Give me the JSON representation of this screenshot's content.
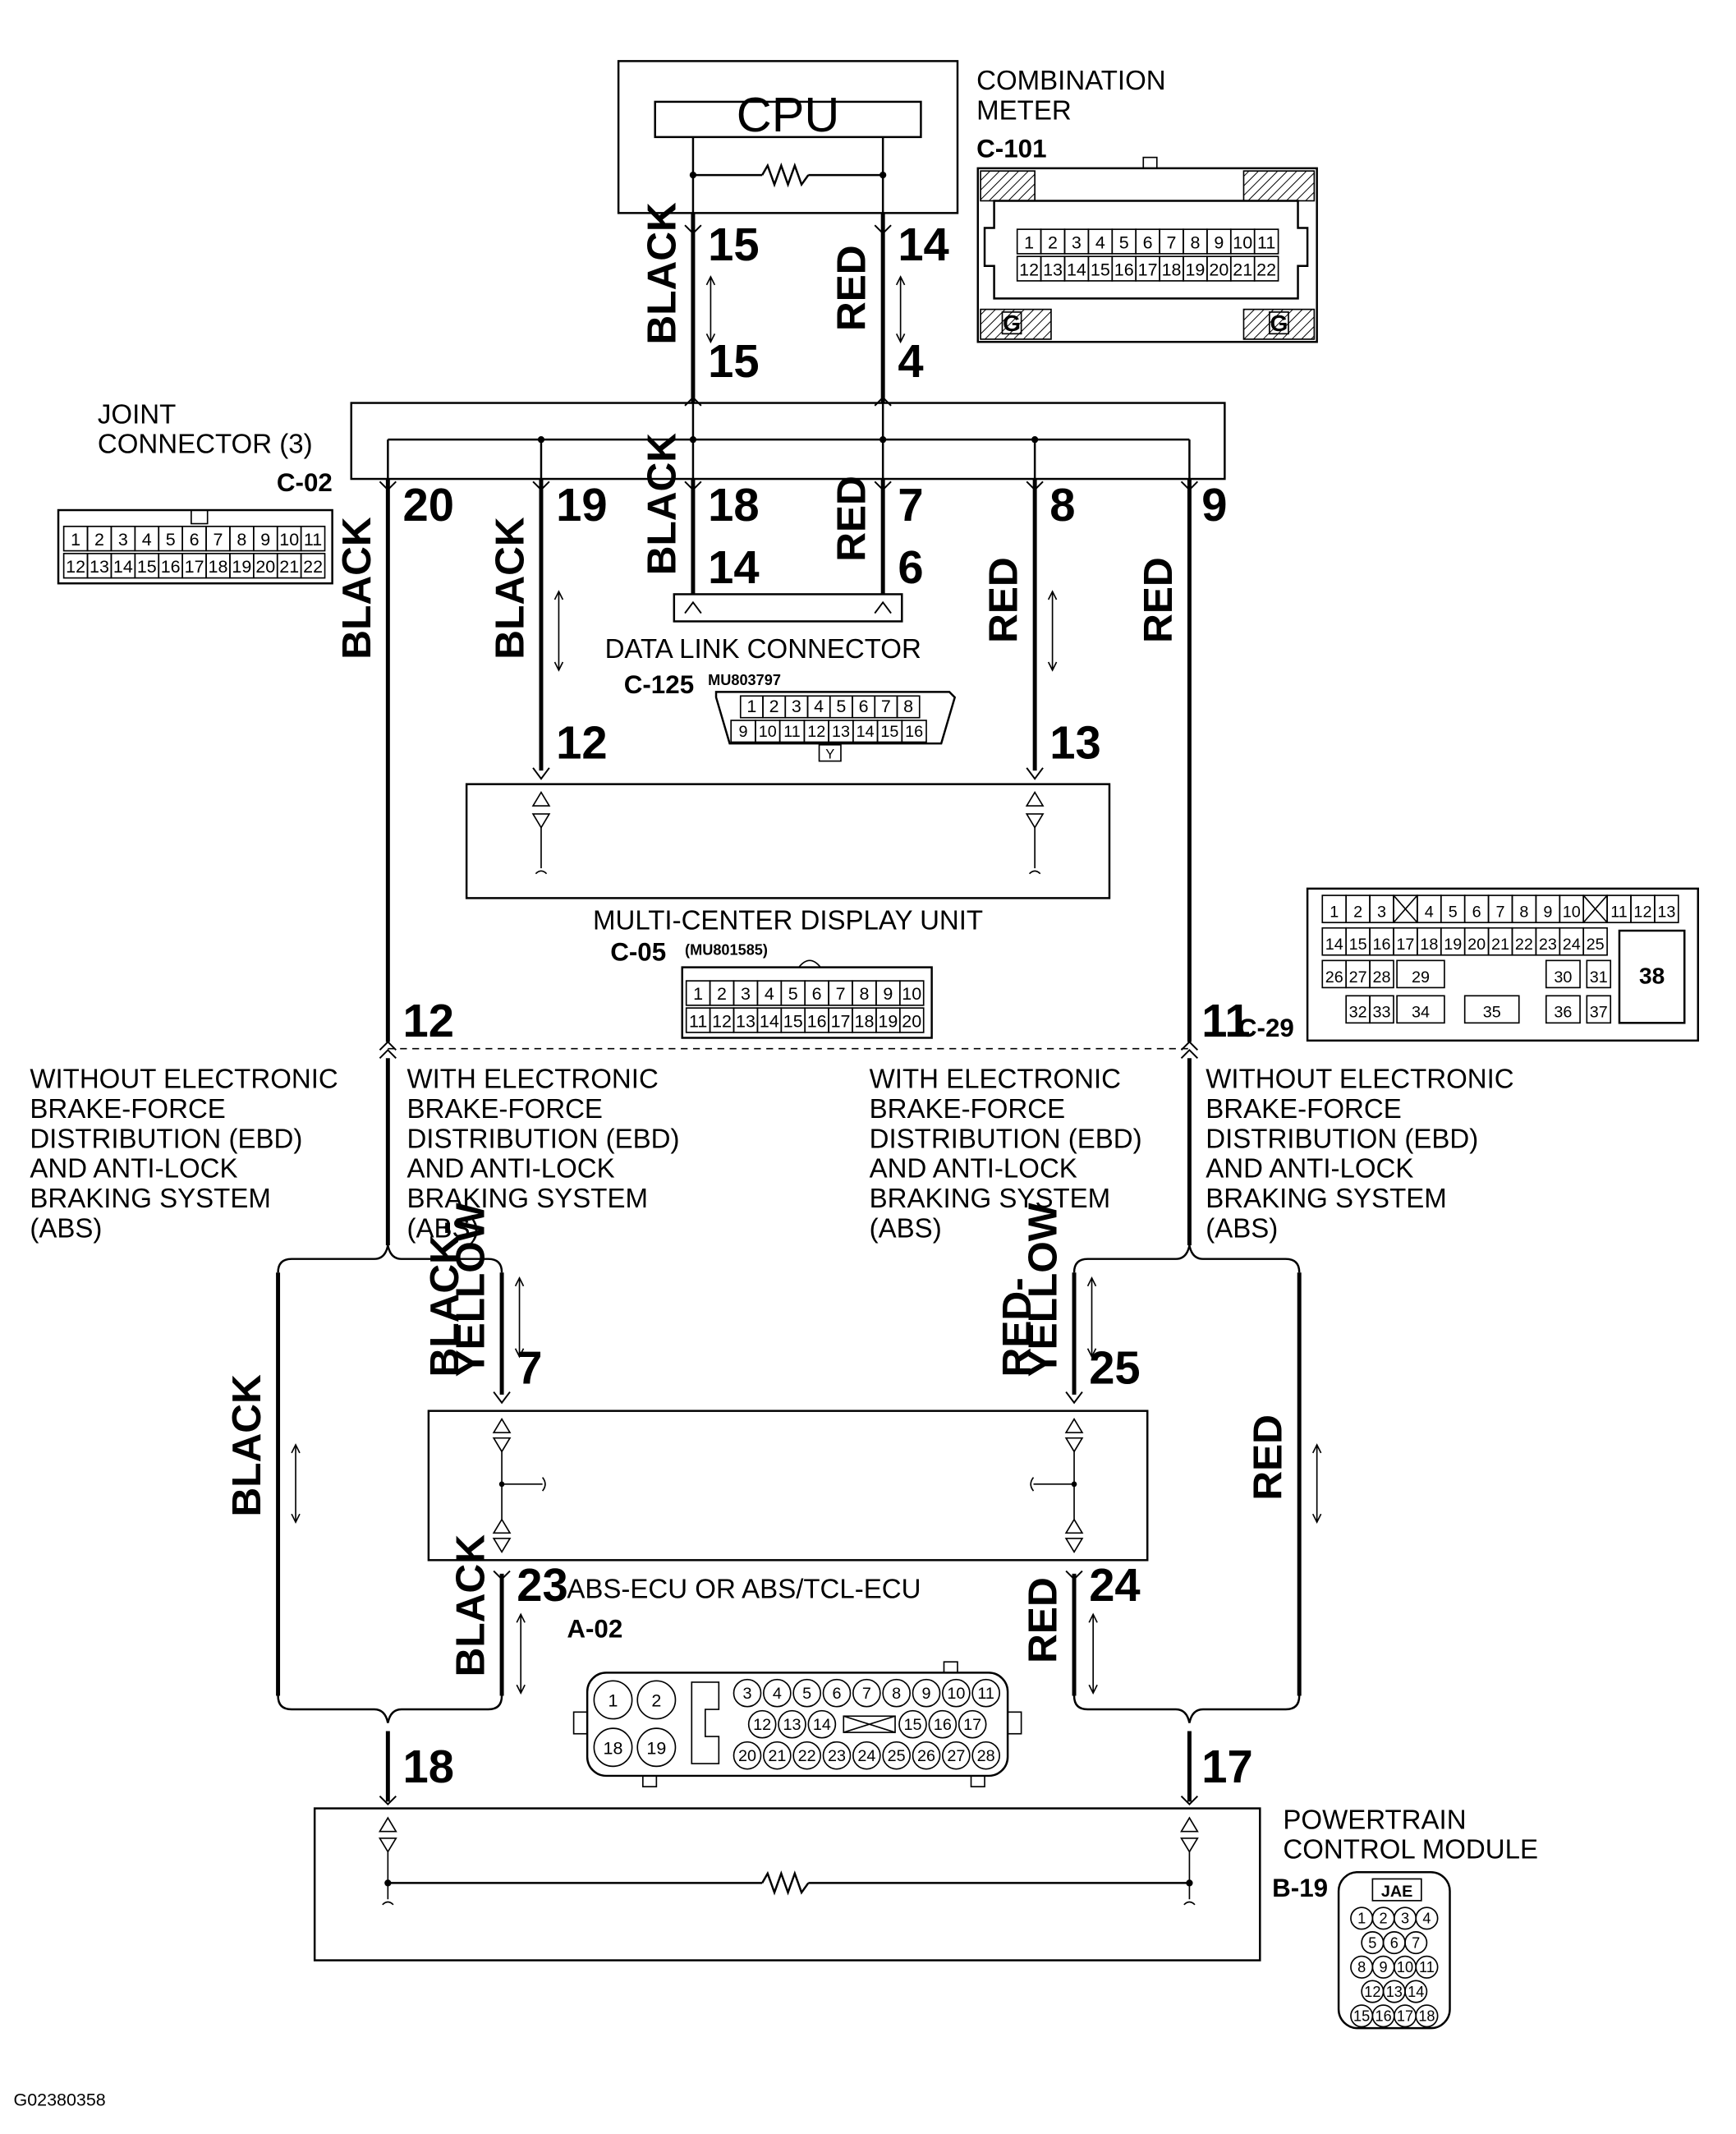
{
  "combination_meter": {
    "name_line1": "COMBINATION",
    "name_line2": "METER",
    "code": "C-101",
    "cpu_label": "CPU",
    "pin_black": "15",
    "pin_red": "14",
    "connector_row1": [
      "1",
      "2",
      "3",
      "4",
      "5",
      "6",
      "7",
      "8",
      "9",
      "10",
      "11"
    ],
    "connector_row2": [
      "12",
      "13",
      "14",
      "15",
      "16",
      "17",
      "18",
      "19",
      "20",
      "21",
      "22"
    ],
    "ground_label": "G"
  },
  "joint_connector": {
    "name_line1": "JOINT",
    "name_line2": "CONNECTOR (3)",
    "code": "C-02",
    "pin_top_black": "15",
    "pin_top_red": "4",
    "pin_20": "20",
    "pin_19": "19",
    "pin_18": "18",
    "pin_7": "7",
    "pin_8": "8",
    "pin_9": "9",
    "connector_row1": [
      "1",
      "2",
      "3",
      "4",
      "5",
      "6",
      "7",
      "8",
      "9",
      "10",
      "11"
    ],
    "connector_row2": [
      "12",
      "13",
      "14",
      "15",
      "16",
      "17",
      "18",
      "19",
      "20",
      "21",
      "22"
    ]
  },
  "data_link_connector": {
    "name": "DATA LINK CONNECTOR",
    "code": "C-125",
    "part_no": "MU803797",
    "pin_black": "14",
    "pin_red": "6",
    "connector_row1": [
      "1",
      "2",
      "3",
      "4",
      "5",
      "6",
      "7",
      "8"
    ],
    "connector_row2": [
      "9",
      "10",
      "11",
      "12",
      "13",
      "14",
      "15",
      "16"
    ],
    "tab_label": "Y"
  },
  "multi_center_display": {
    "name": "MULTI-CENTER DISPLAY UNIT",
    "code": "C-05",
    "part_no": "(MU801585)",
    "pin_black": "12",
    "pin_red": "13",
    "connector_row1": [
      "1",
      "2",
      "3",
      "4",
      "5",
      "6",
      "7",
      "8",
      "9",
      "10"
    ],
    "connector_row2": [
      "11",
      "12",
      "13",
      "14",
      "15",
      "16",
      "17",
      "18",
      "19",
      "20"
    ]
  },
  "c29_connector": {
    "code": "C-29",
    "pin_black": "12",
    "pin_red": "11",
    "row1": [
      "1",
      "2",
      "3",
      "",
      "4",
      "5",
      "6",
      "7",
      "8",
      "9",
      "10",
      "",
      "11",
      "12",
      "13"
    ],
    "row2": [
      "14",
      "15",
      "16",
      "17",
      "18",
      "19",
      "20",
      "21",
      "22",
      "23",
      "24",
      "25"
    ],
    "row3": [
      "26",
      "27",
      "28",
      "29",
      "30",
      "31"
    ],
    "row4": [
      "32",
      "33",
      "34",
      "35",
      "36",
      "37"
    ],
    "big_pin": "38"
  },
  "branch_labels": {
    "without_left": [
      "WITHOUT ELECTRONIC",
      "BRAKE-FORCE",
      "DISTRIBUTION (EBD)",
      "AND ANTI-LOCK",
      "BRAKING SYSTEM",
      "(ABS)"
    ],
    "with_left": [
      "WITH ELECTRONIC",
      "BRAKE-FORCE",
      "DISTRIBUTION (EBD)",
      "AND ANTI-LOCK",
      "BRAKING SYSTEM",
      "(ABS)"
    ],
    "with_right": [
      "WITH ELECTRONIC",
      "BRAKE-FORCE",
      "DISTRIBUTION (EBD)",
      "AND ANTI-LOCK",
      "BRAKING SYSTEM",
      "(ABS)"
    ],
    "without_right": [
      "WITHOUT ELECTRONIC",
      "BRAKE-FORCE",
      "DISTRIBUTION (EBD)",
      "AND ANTI-LOCK",
      "BRAKING SYSTEM",
      "(ABS)"
    ]
  },
  "abs_ecu": {
    "name": "ABS-ECU OR ABS/TCL-ECU",
    "code": "A-02",
    "pin_7": "7",
    "pin_25": "25",
    "pin_23": "23",
    "pin_24": "24",
    "big_pins": [
      "1",
      "2",
      "18",
      "19"
    ],
    "row1": [
      "3",
      "4",
      "5",
      "6",
      "7",
      "8",
      "9",
      "10",
      "11"
    ],
    "row2_left": [
      "12",
      "13",
      "14"
    ],
    "row2_right": [
      "15",
      "16",
      "17"
    ],
    "row3": [
      "20",
      "21",
      "22",
      "23",
      "24",
      "25",
      "26",
      "27",
      "28"
    ]
  },
  "pcm": {
    "name_line1": "POWERTRAIN",
    "name_line2": "CONTROL MODULE",
    "code": "B-19",
    "pin_18": "18",
    "pin_17": "17",
    "header": "JAE",
    "rows": [
      [
        "1",
        "2",
        "3",
        "4"
      ],
      [
        "5",
        "6",
        "7"
      ],
      [
        "8",
        "9",
        "10",
        "11"
      ],
      [
        "12",
        "13",
        "14"
      ],
      [
        "15",
        "16",
        "17",
        "18"
      ]
    ]
  },
  "wire_colors": {
    "black": "BLACK",
    "red": "RED",
    "black_yellow_1": "BLACK-",
    "black_yellow_2": "YELLOW",
    "red_yellow_1": "RED-",
    "red_yellow_2": "YELLOW"
  },
  "figure_id": "G02380358"
}
